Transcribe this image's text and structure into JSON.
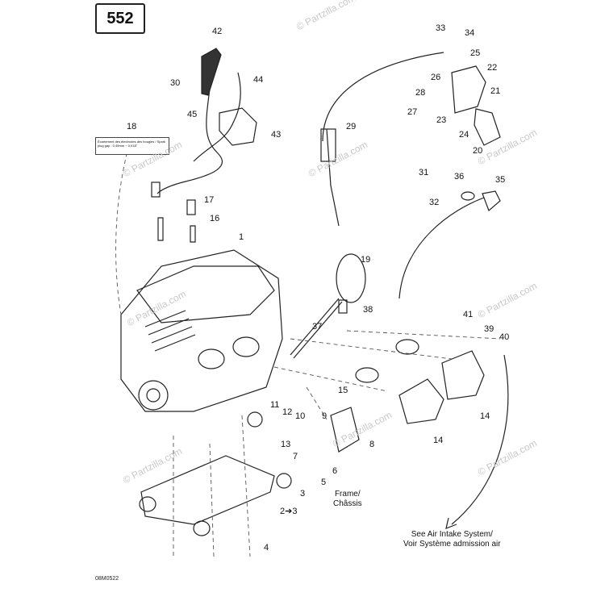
{
  "page_number": "552",
  "drawing_code": "08M0522",
  "watermark": "© Partzilla.com",
  "callouts": [
    {
      "id": "c1",
      "text": "1"
    },
    {
      "id": "c2",
      "text": "2➔3"
    },
    {
      "id": "c3",
      "text": "3"
    },
    {
      "id": "c4",
      "text": "4"
    },
    {
      "id": "c5",
      "text": "5"
    },
    {
      "id": "c6",
      "text": "6"
    },
    {
      "id": "c7",
      "text": "7"
    },
    {
      "id": "c8",
      "text": "8"
    },
    {
      "id": "c9",
      "text": "9"
    },
    {
      "id": "c10",
      "text": "10"
    },
    {
      "id": "c11",
      "text": "11"
    },
    {
      "id": "c12",
      "text": "12"
    },
    {
      "id": "c13",
      "text": "13"
    },
    {
      "id": "c14a",
      "text": "14"
    },
    {
      "id": "c14b",
      "text": "14"
    },
    {
      "id": "c15",
      "text": "15"
    },
    {
      "id": "c16",
      "text": "16"
    },
    {
      "id": "c17",
      "text": "17"
    },
    {
      "id": "c18",
      "text": "18"
    },
    {
      "id": "c19",
      "text": "19"
    },
    {
      "id": "c20",
      "text": "20"
    },
    {
      "id": "c21",
      "text": "21"
    },
    {
      "id": "c22",
      "text": "22"
    },
    {
      "id": "c23",
      "text": "23"
    },
    {
      "id": "c24",
      "text": "24"
    },
    {
      "id": "c25",
      "text": "25"
    },
    {
      "id": "c26",
      "text": "26"
    },
    {
      "id": "c27",
      "text": "27"
    },
    {
      "id": "c28",
      "text": "28"
    },
    {
      "id": "c29",
      "text": "29"
    },
    {
      "id": "c30",
      "text": "30"
    },
    {
      "id": "c31",
      "text": "31"
    },
    {
      "id": "c32",
      "text": "32"
    },
    {
      "id": "c33",
      "text": "33"
    },
    {
      "id": "c34",
      "text": "34"
    },
    {
      "id": "c35",
      "text": "35"
    },
    {
      "id": "c36",
      "text": "36"
    },
    {
      "id": "c37",
      "text": "37"
    },
    {
      "id": "c38",
      "text": "38"
    },
    {
      "id": "c39",
      "text": "39"
    },
    {
      "id": "c40",
      "text": "40"
    },
    {
      "id": "c41",
      "text": "41"
    },
    {
      "id": "c42",
      "text": "42"
    },
    {
      "id": "c43",
      "text": "43"
    },
    {
      "id": "c44",
      "text": "44"
    },
    {
      "id": "c45",
      "text": "45"
    }
  ],
  "frame_note": {
    "line1": "Frame/",
    "line2": "Châssis"
  },
  "air_intake_note": {
    "line1": "See Air Intake System/",
    "line2": "Voir Système admission air"
  },
  "sticker_text": "Écartement des électrodes des bougies / Spark plug gap : 0,45mm ~ 0,018\""
}
